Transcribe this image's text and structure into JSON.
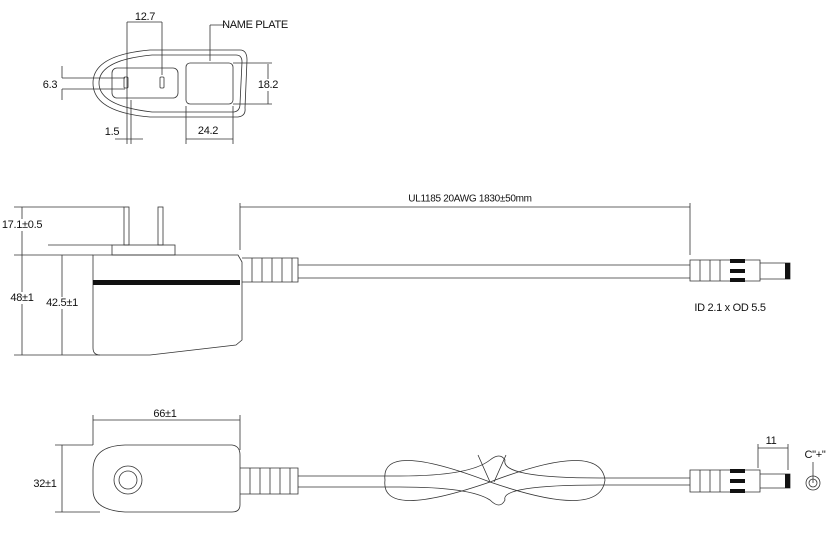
{
  "top_view": {
    "dim_pin_spacing": "12.7",
    "name_plate": "NAME PLATE",
    "dim_pin_height": "6.3",
    "dim_plate_height": "18.2",
    "dim_pin_width": "1.5",
    "dim_plate_width": "24.2"
  },
  "side_view": {
    "cable_spec": "UL1185 20AWG 1830±50mm",
    "dim_pin_length": "17.1±0.5",
    "dim_total_height": "48±1",
    "dim_body_height": "42.5±1",
    "plug_spec": "ID 2.1 x OD 5.5"
  },
  "bottom_view": {
    "dim_length": "66±1",
    "dim_width": "32±1",
    "dim_plug": "11",
    "polarity": "C\"+\""
  }
}
